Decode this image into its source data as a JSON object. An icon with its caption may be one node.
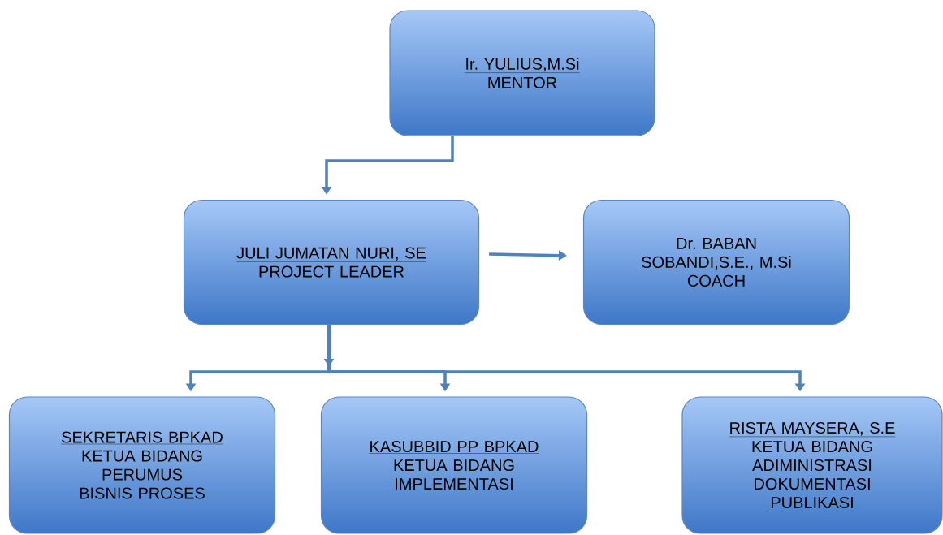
{
  "diagram": {
    "nodes": [
      {
        "text": [
          "Ir. YULIUS,M.Si",
          "MENTOR"
        ]
      },
      {
        "text": [
          "JULI JUMATAN NURI, SE",
          "PROJECT LEADER"
        ]
      },
      {
        "text": [
          "Dr. BABAN SOBANDI,S.E., M.Si",
          "COACH"
        ]
      },
      {
        "text": [
          "SEKRETARIS BPKAD",
          "KETUA BIDANG PERUMUS BISNIS PROSES"
        ]
      },
      {
        "text": [
          "KASUBBID PP BPKAD",
          "KETUA BIDANG IMPLEMENTASI"
        ]
      },
      {
        "text": [
          "RISTA MAYSERA, S.E",
          "KETUA BIDANG ADIMINISTRASI DOKUMENTASI PUBLIKASI"
        ]
      }
    ],
    "edges": [
      {
        "from": 0,
        "to": 1,
        "arrow": "to"
      },
      {
        "from": 1,
        "to": 2,
        "arrow": "to"
      },
      {
        "from": 1,
        "to": 3,
        "arrow": "to"
      },
      {
        "from": 1,
        "to": 4,
        "arrow": "to"
      },
      {
        "from": 1,
        "to": 5,
        "arrow": "to"
      }
    ]
  }
}
